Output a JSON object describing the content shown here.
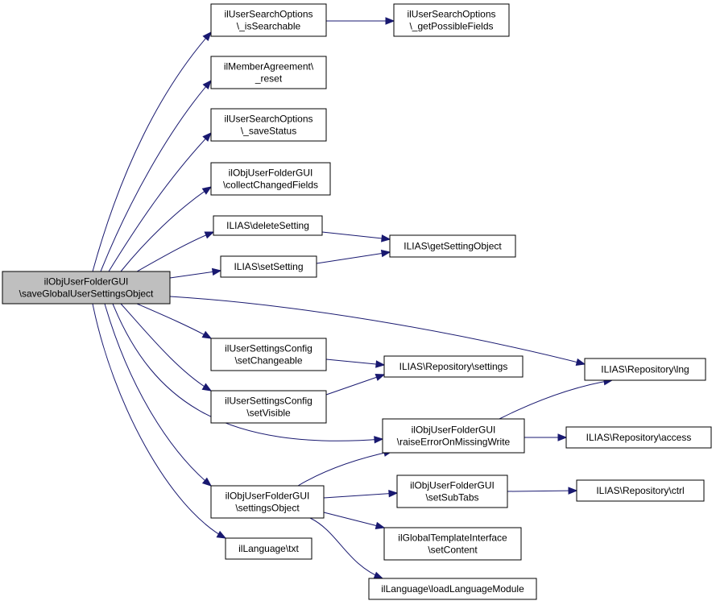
{
  "nodes": [
    {
      "id": "root",
      "lines": [
        "ilObjUserFolderGUI",
        "\\saveGlobalUserSettingsObject"
      ],
      "root": true
    },
    {
      "id": "isSearch",
      "lines": [
        "ilUserSearchOptions",
        "\\_isSearchable"
      ]
    },
    {
      "id": "getPoss",
      "lines": [
        "ilUserSearchOptions",
        "\\_getPossibleFields"
      ]
    },
    {
      "id": "maReset",
      "lines": [
        "ilMemberAgreement\\",
        "_reset"
      ]
    },
    {
      "id": "saveStat",
      "lines": [
        "ilUserSearchOptions",
        "\\_saveStatus"
      ]
    },
    {
      "id": "collect",
      "lines": [
        "ilObjUserFolderGUI",
        "\\collectChangedFields"
      ]
    },
    {
      "id": "delSet",
      "lines": [
        "ILIAS\\deleteSetting"
      ]
    },
    {
      "id": "getSetObj",
      "lines": [
        "ILIAS\\getSettingObject"
      ]
    },
    {
      "id": "setSet",
      "lines": [
        "ILIAS\\setSetting"
      ]
    },
    {
      "id": "setChg",
      "lines": [
        "ilUserSettingsConfig",
        "\\setChangeable"
      ]
    },
    {
      "id": "repSettings",
      "lines": [
        "ILIAS\\Repository\\settings"
      ]
    },
    {
      "id": "repLng",
      "lines": [
        "ILIAS\\Repository\\lng"
      ]
    },
    {
      "id": "setVis",
      "lines": [
        "ilUserSettingsConfig",
        "\\setVisible"
      ]
    },
    {
      "id": "raiseErr",
      "lines": [
        "ilObjUserFolderGUI",
        "\\raiseErrorOnMissingWrite"
      ]
    },
    {
      "id": "repAccess",
      "lines": [
        "ILIAS\\Repository\\access"
      ]
    },
    {
      "id": "settingsObj",
      "lines": [
        "ilObjUserFolderGUI",
        "\\settingsObject"
      ]
    },
    {
      "id": "setSubTabs",
      "lines": [
        "ilObjUserFolderGUI",
        "\\setSubTabs"
      ]
    },
    {
      "id": "repCtrl",
      "lines": [
        "ILIAS\\Repository\\ctrl"
      ]
    },
    {
      "id": "gtiSet",
      "lines": [
        "ilGlobalTemplateInterface",
        "\\setContent"
      ]
    },
    {
      "id": "langTxt",
      "lines": [
        "ilLanguage\\txt"
      ]
    },
    {
      "id": "loadLang",
      "lines": [
        "ilLanguage\\loadLanguageModule"
      ]
    }
  ],
  "edges": [
    [
      "root",
      "isSearch"
    ],
    [
      "isSearch",
      "getPoss"
    ],
    [
      "root",
      "maReset"
    ],
    [
      "root",
      "saveStat"
    ],
    [
      "root",
      "collect"
    ],
    [
      "root",
      "delSet"
    ],
    [
      "delSet",
      "getSetObj"
    ],
    [
      "root",
      "setSet"
    ],
    [
      "setSet",
      "getSetObj"
    ],
    [
      "root",
      "repLng"
    ],
    [
      "root",
      "setChg"
    ],
    [
      "setChg",
      "repSettings"
    ],
    [
      "root",
      "setVis"
    ],
    [
      "setVis",
      "repSettings"
    ],
    [
      "root",
      "raiseErr"
    ],
    [
      "raiseErr",
      "repLng"
    ],
    [
      "raiseErr",
      "repAccess"
    ],
    [
      "root",
      "settingsObj"
    ],
    [
      "root",
      "langTxt"
    ],
    [
      "settingsObj",
      "raiseErr"
    ],
    [
      "settingsObj",
      "setSubTabs"
    ],
    [
      "setSubTabs",
      "repCtrl"
    ],
    [
      "settingsObj",
      "gtiSet"
    ],
    [
      "settingsObj",
      "loadLang"
    ]
  ]
}
